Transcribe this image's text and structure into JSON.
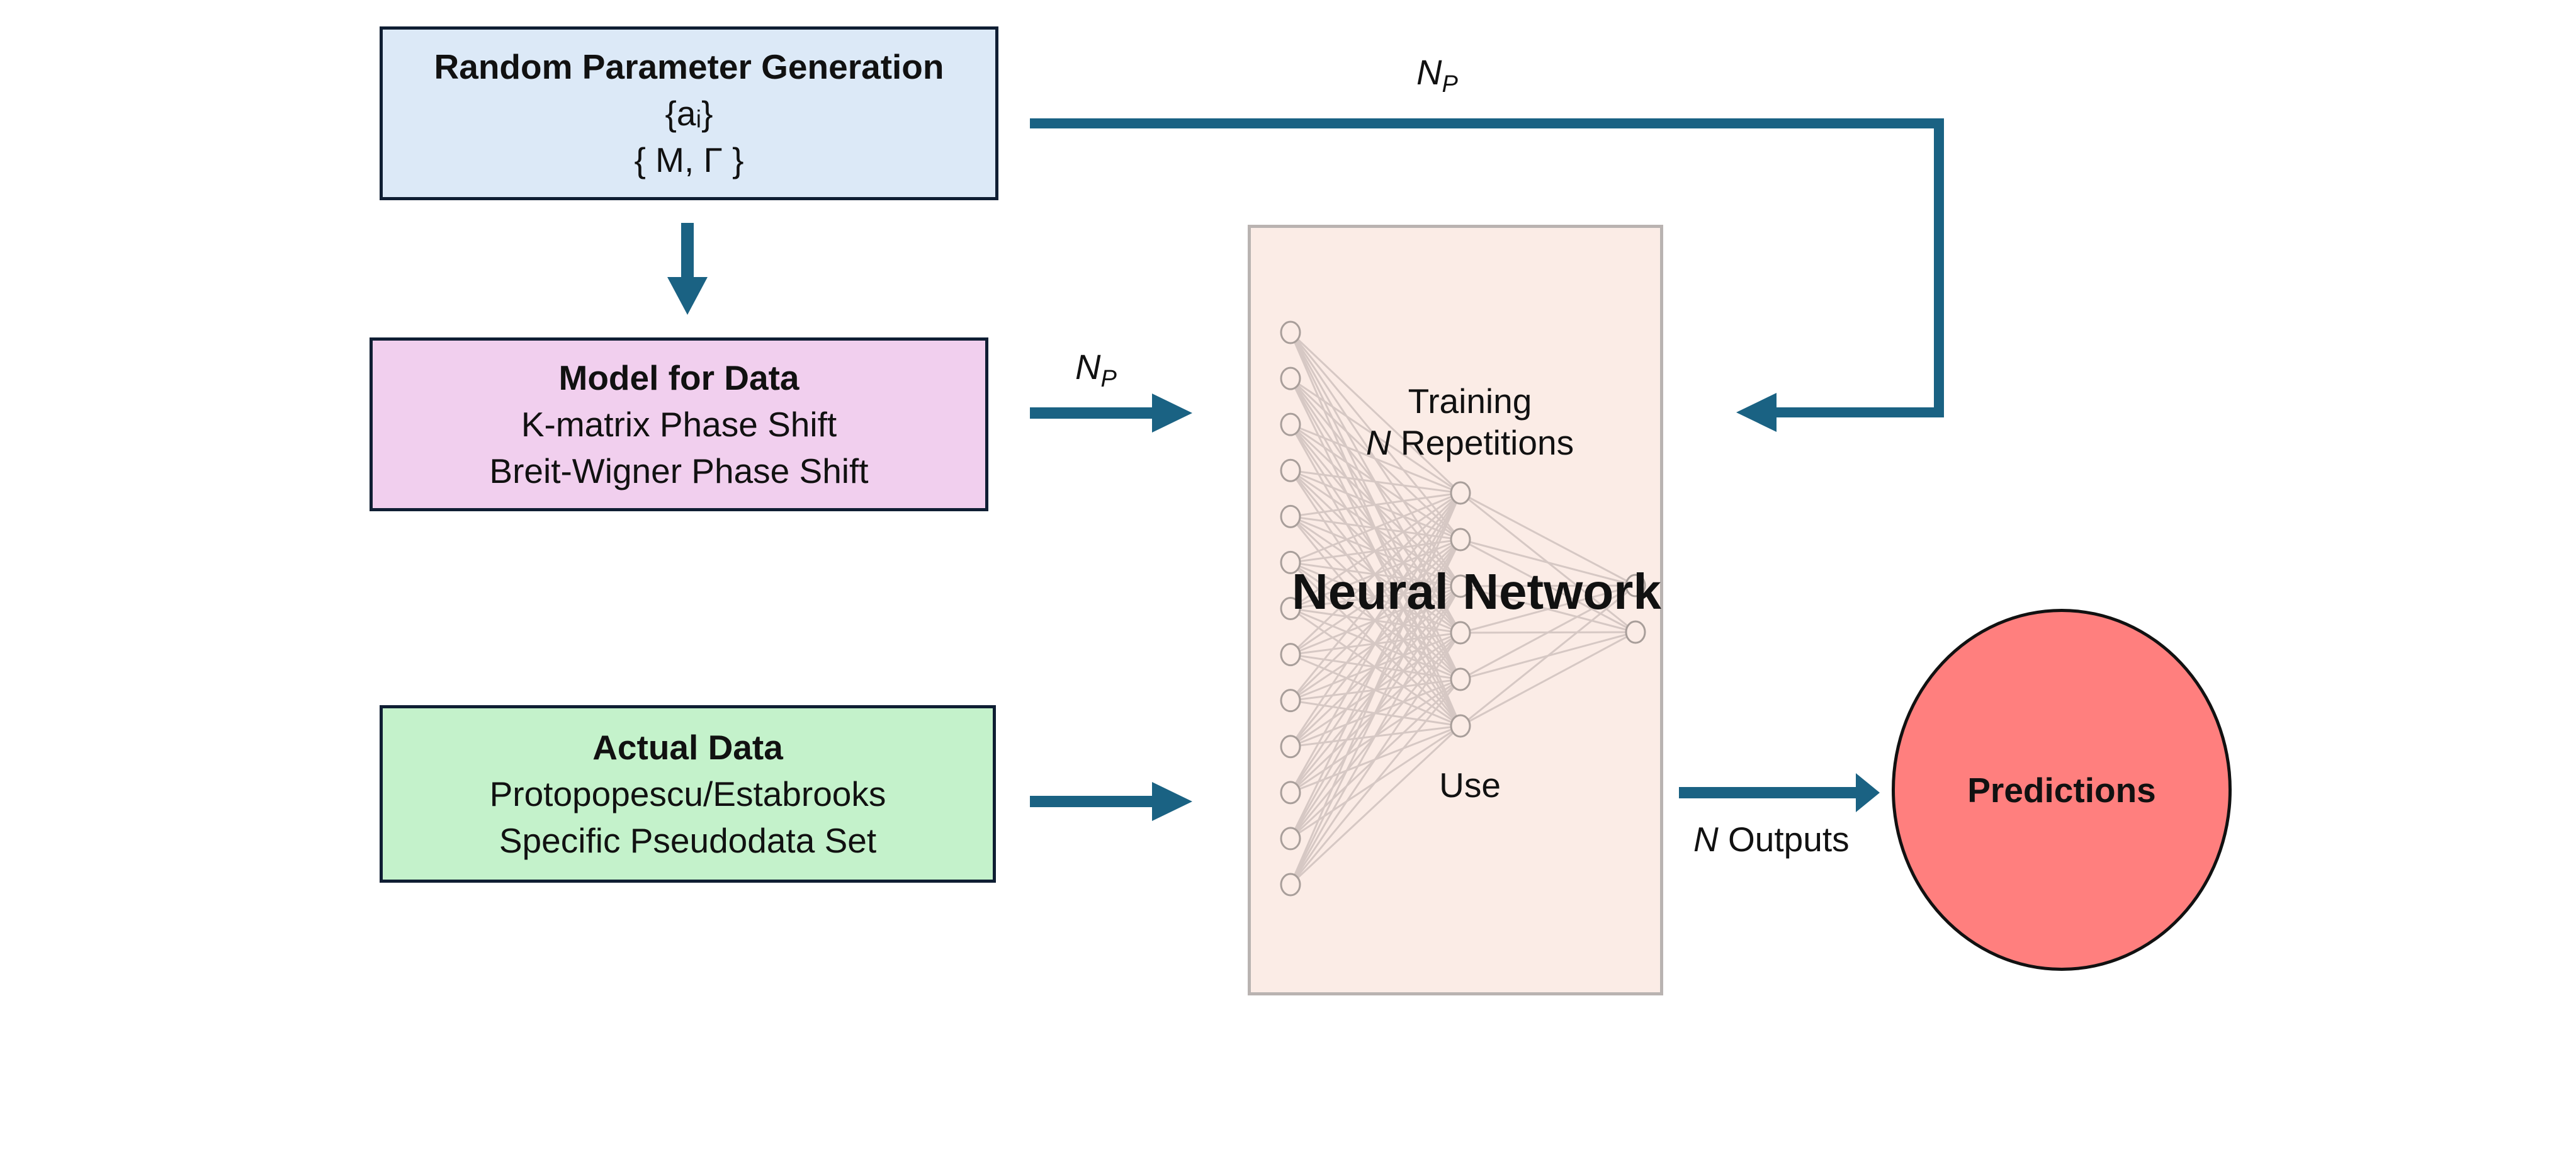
{
  "random_box": {
    "title": "Random Parameter Generation",
    "line1": "{aᵢ}",
    "line2": "{ M, Γ }",
    "color": "#dce9f7"
  },
  "model_box": {
    "title": "Model for Data",
    "line1": "K-matrix Phase Shift",
    "line2": "Breit-Wigner Phase Shift",
    "color": "#f1cfee"
  },
  "actual_box": {
    "title": "Actual Data",
    "line1": "Protopopescu/Estabrooks",
    "line2": "Specific Pseudodata Set",
    "color": "#c4f2cb"
  },
  "neural_net": {
    "title": "Neural Network",
    "training_label": "Training",
    "repetitions_var": "N",
    "repetitions_text": " Repetitions",
    "use_label": "Use",
    "color": "#fbece6",
    "layer_sizes": [
      13,
      6,
      2
    ]
  },
  "edge_labels": {
    "np_var": "N",
    "np_sub": "P",
    "outputs_var": "N",
    "outputs_text": " Outputs"
  },
  "predictions": {
    "label": "Predictions",
    "color": "#ff7f7e"
  },
  "arrow_color": "#1a6283"
}
